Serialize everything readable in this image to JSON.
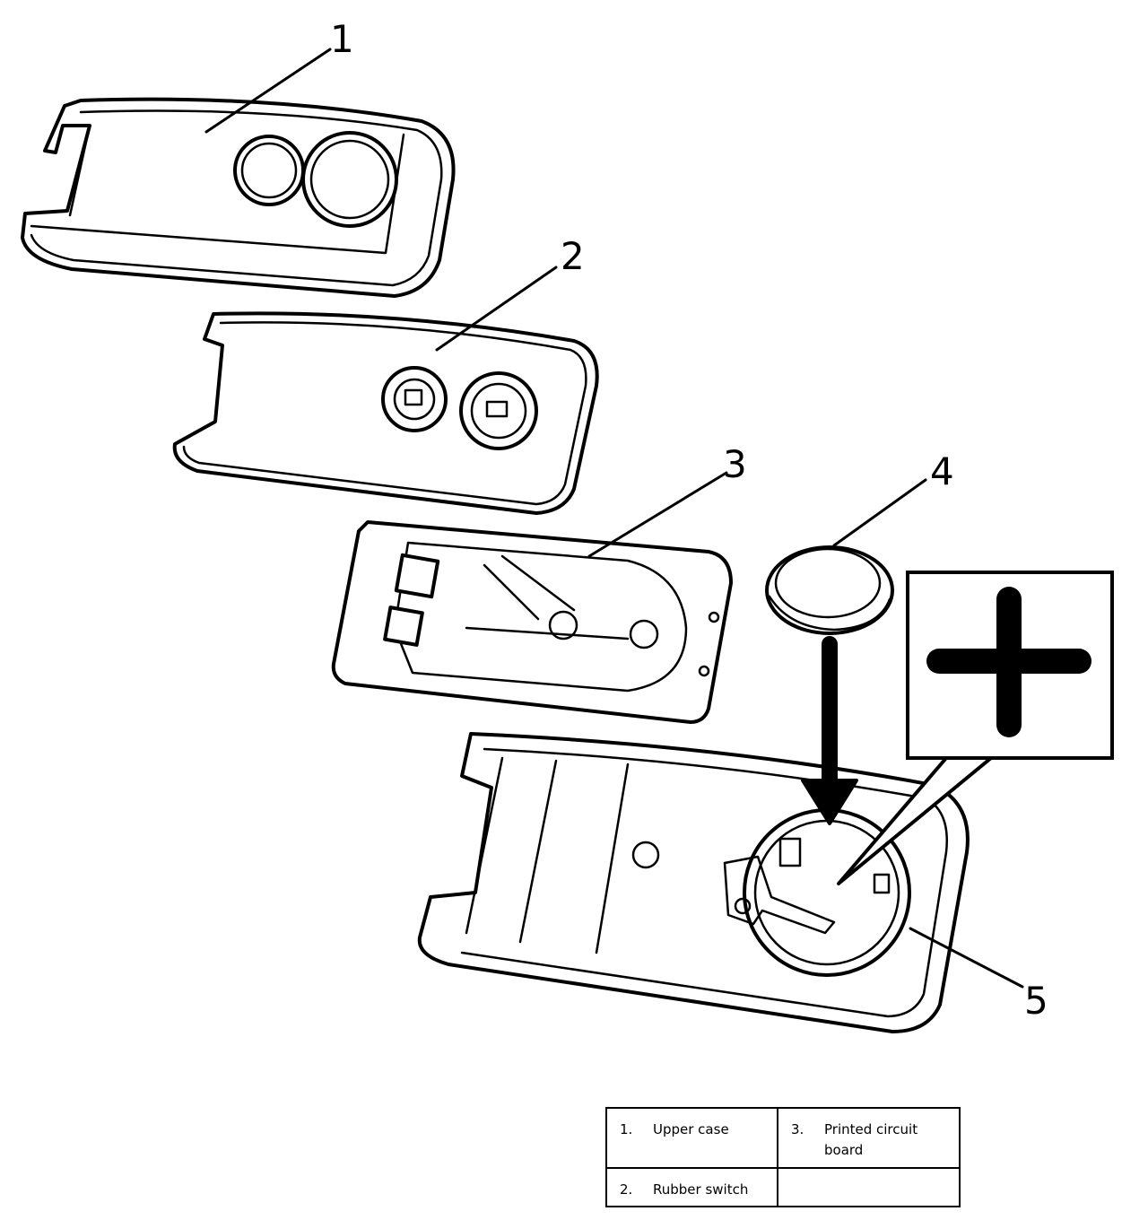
{
  "callouts": [
    "1",
    "2",
    "3",
    "4",
    "5"
  ],
  "legend": [
    {
      "num": "1.",
      "label": "Upper case"
    },
    {
      "num": "3.",
      "label": "Printed circuit board"
    },
    {
      "num": "2.",
      "label": "Rubber switch"
    },
    {
      "num": "",
      "label": ""
    }
  ]
}
